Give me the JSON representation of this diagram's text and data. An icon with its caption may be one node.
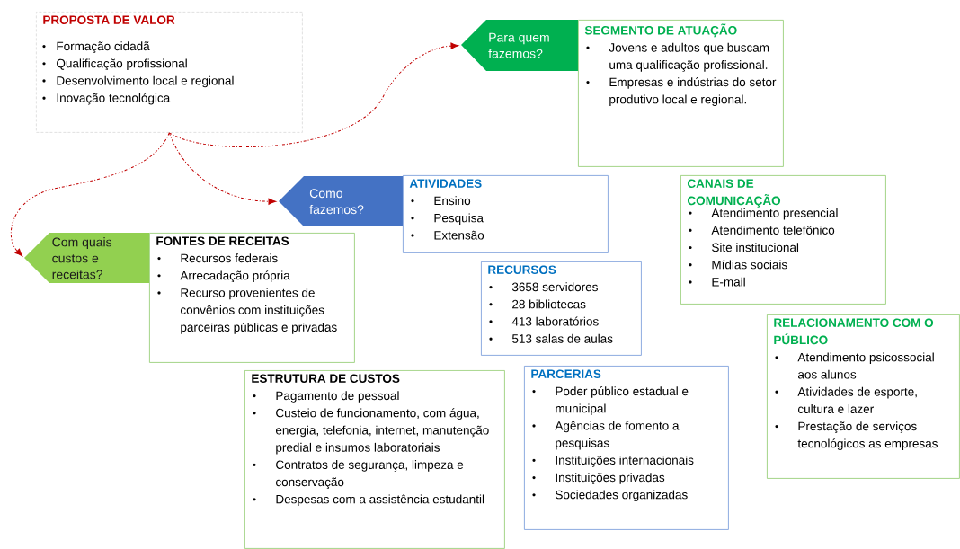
{
  "diagram": {
    "nodes": [
      {
        "text": [
          "PROPOSTA DE VALOR",
          "Formação cidadã",
          "Qualificação profissional",
          "Desenvolvimento local e regional",
          "Inovação tecnológica"
        ]
      },
      {
        "text": [
          "Para quem fazemos?"
        ]
      },
      {
        "text": [
          "SEGMENTO DE ATUAÇÃO",
          "Jovens e adultos que buscam uma qualificação profissional.",
          "Empresas e indústrias do setor produtivo local e regional."
        ]
      },
      {
        "text": [
          "Como fazemos?"
        ]
      },
      {
        "text": [
          "ATIVIDADES",
          "Ensino",
          "Pesquisa",
          "Extensão"
        ]
      },
      {
        "text": [
          "CANAIS DE COMUNICAÇÃO",
          "Atendimento presencial",
          "Atendimento telefônico",
          "Site institucional",
          "Mídias sociais",
          "E-mail"
        ]
      },
      {
        "text": [
          "Com quais custos e receitas?"
        ]
      },
      {
        "text": [
          "FONTES DE RECEITAS",
          "Recursos federais",
          "Arrecadação própria",
          "Recurso provenientes de convênios com instituições parceiras públicas e privadas"
        ]
      },
      {
        "text": [
          "RECURSOS",
          "3658 servidores",
          "28 bibliotecas",
          "413 laboratórios",
          "513 salas de aulas"
        ]
      },
      {
        "text": [
          "RELACIONAMENTO COM O PÚBLICO",
          "Atendimento psicossocial aos alunos",
          "Atividades de esporte, cultura e lazer",
          "Prestação de serviços tecnológicos as empresas"
        ]
      },
      {
        "text": [
          "ESTRUTURA DE CUSTOS",
          "Pagamento de pessoal",
          "Custeio de funcionamento, com água, energia, telefonia, internet, manutenção predial e insumos laboratoriais",
          "Contratos de segurança, limpeza e conservação",
          "Despesas com a assistência estudantil"
        ]
      },
      {
        "text": [
          "PARCERIAS",
          "Poder público estadual e municipal",
          "Agências de fomento a pesquisas",
          "Instituições internacionais",
          "Instituições privadas",
          "Sociedades organizadas"
        ]
      }
    ],
    "edges": [
      {
        "from": 0,
        "to": 1,
        "arrow": "to",
        "style": "dashed"
      },
      {
        "from": 0,
        "to": 3,
        "arrow": "to",
        "style": "dashed"
      },
      {
        "from": 0,
        "to": 6,
        "arrow": "to",
        "style": "dashed"
      }
    ]
  }
}
